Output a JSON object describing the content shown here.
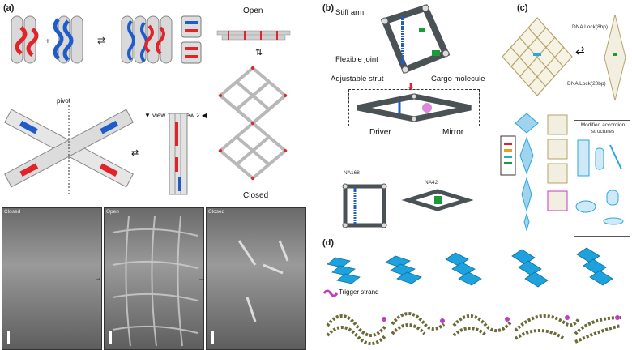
{
  "panels": {
    "a": {
      "label": "(a)",
      "pivot": "pivot",
      "view1": "view 1",
      "view2": "view 2",
      "open": "Open",
      "closed": "Closed",
      "micrographs": [
        "Closed",
        "Open",
        "Closed"
      ]
    },
    "b": {
      "label": "(b)",
      "stiff_arm": "Stiff arm",
      "flexible_joint": "Flexible joint",
      "adjustable_strut": "Adjustable strut",
      "cargo_molecule": "Cargo molecule",
      "driver": "Driver",
      "mirror": "Mirror",
      "na168": "NA168",
      "na42": "NA42"
    },
    "c": {
      "label": "(c)",
      "lock8": "DNA Lock(8bp)",
      "lock20": "DNA Lock(20bp)",
      "modified": "Modified accordion structures"
    },
    "d": {
      "label": "(d)",
      "trigger": "Trigger strand"
    }
  },
  "colors": {
    "blue": "#1e5cc8",
    "red": "#e0242a",
    "cyan": "#2aa7df",
    "gray": "#555d60",
    "green": "#1c9a3a",
    "magenta": "#c43bbf"
  }
}
